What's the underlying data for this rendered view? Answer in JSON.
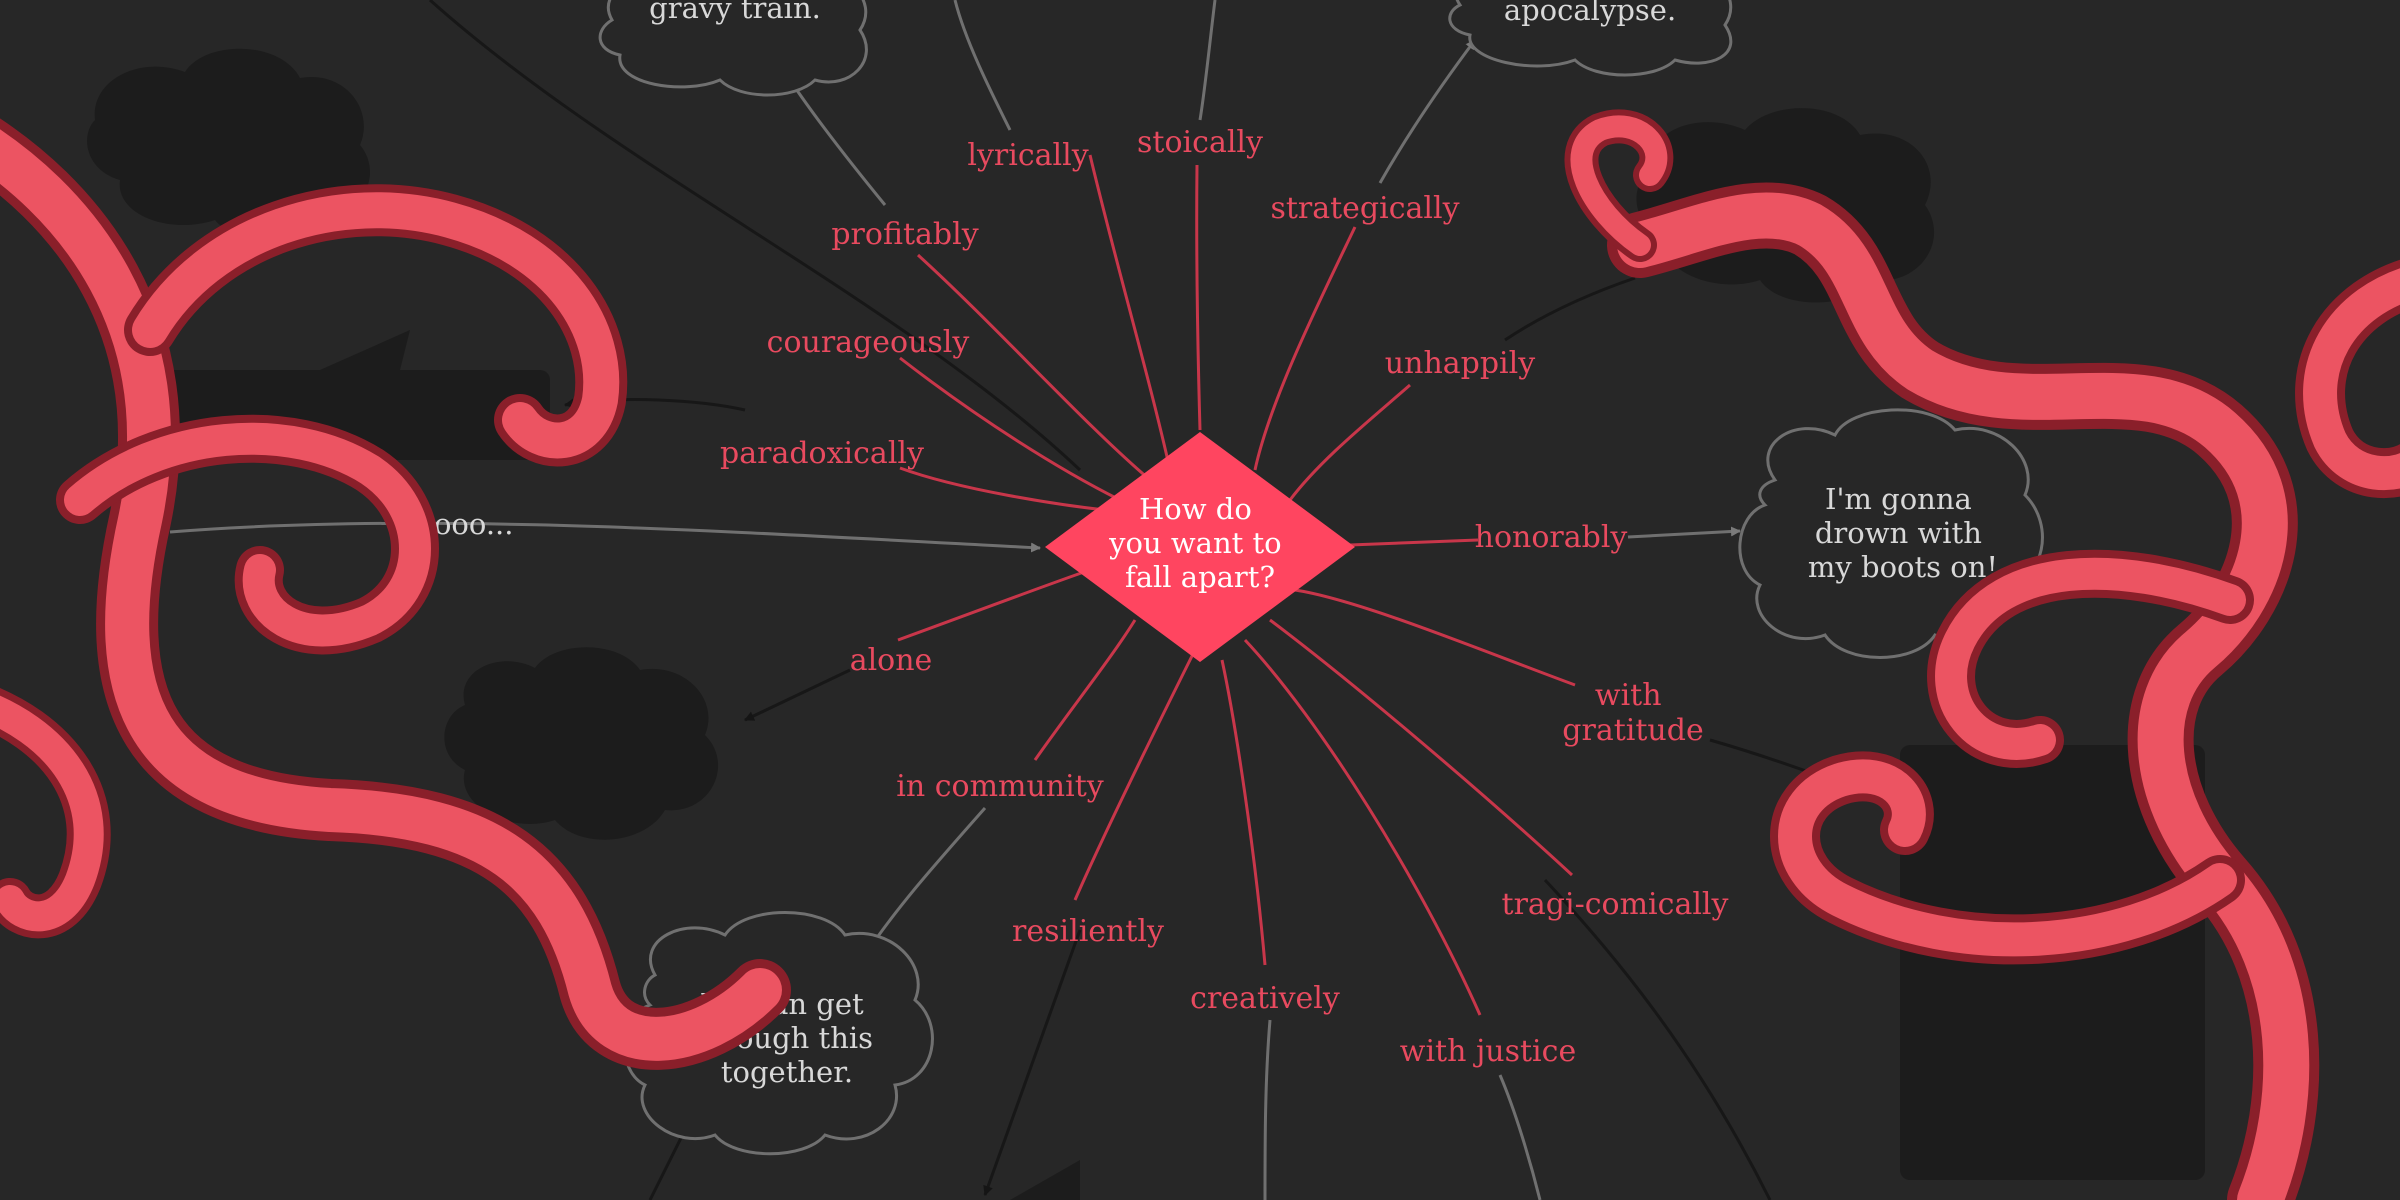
{
  "center": {
    "lines": [
      "How do",
      "you want to",
      "fall apart?"
    ]
  },
  "edges": [
    {
      "id": "lyrically",
      "label": "lyrically"
    },
    {
      "id": "stoically",
      "label": "stoically"
    },
    {
      "id": "profitably",
      "label": "profitably"
    },
    {
      "id": "strategically",
      "label": "strategically"
    },
    {
      "id": "courageously",
      "label": "courageously"
    },
    {
      "id": "unhappily",
      "label": "unhappily"
    },
    {
      "id": "paradoxically",
      "label": "paradoxically"
    },
    {
      "id": "honorably",
      "label": "honorably"
    },
    {
      "id": "alone",
      "label": "alone"
    },
    {
      "id": "with-gratitude",
      "label": [
        "with",
        "gratitude"
      ]
    },
    {
      "id": "in-community",
      "label": "in community"
    },
    {
      "id": "tragi-comically",
      "label": "tragi-comically"
    },
    {
      "id": "resiliently",
      "label": "resiliently"
    },
    {
      "id": "creatively",
      "label": "creatively"
    },
    {
      "id": "with-justice",
      "label": "with justice"
    },
    {
      "id": "incoming",
      "label": "oooo..."
    }
  ],
  "clouds": {
    "gravy": {
      "lines": [
        "gravy train."
      ]
    },
    "apocalypse": {
      "lines": [
        "apocalypse."
      ]
    },
    "boots": {
      "lines": [
        "I'm gonna",
        "drown with",
        "my boots on!"
      ]
    },
    "together": {
      "lines": [
        "We can get",
        "through this",
        "together."
      ]
    }
  },
  "colors": {
    "background": "#272727",
    "accent": "#e84a5f",
    "node": "#ff4560",
    "tentacle": "#ec5462",
    "tentacle_dark": "#8a1f2a",
    "gray_edge": "#707070",
    "shadow": "#1c1c1c"
  }
}
